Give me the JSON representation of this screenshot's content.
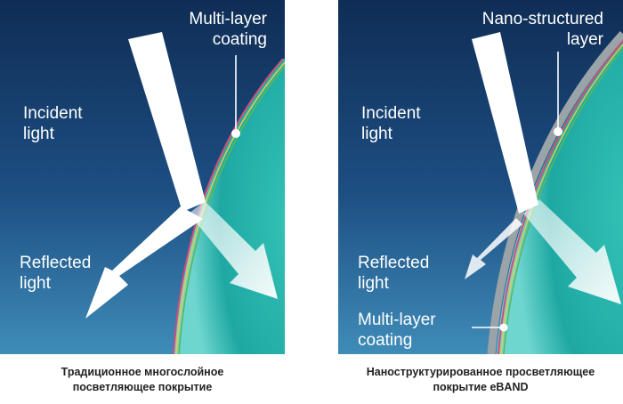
{
  "colors": {
    "background_top": "#0f2d55",
    "background_bottom": "#3f8cb8",
    "lens": "#2bb5ac",
    "arrow": "#ffffff",
    "nano_layer": "#9aa3a8"
  },
  "left_panel": {
    "label_coating": "Multi-layer\ncoating",
    "label_incident": "Incident\nlight",
    "label_reflected": "Reflected\nlight",
    "caption": "Традиционное многослойное\nпосветляющее покрытие"
  },
  "right_panel": {
    "label_nano": "Nano-structured\nlayer",
    "label_incident": "Incident\nlight",
    "label_reflected": "Reflected\nlight",
    "label_coating": "Multi-layer\ncoating",
    "caption": "Наноструктурированное просветляющее\nпокрытие eBAND"
  }
}
